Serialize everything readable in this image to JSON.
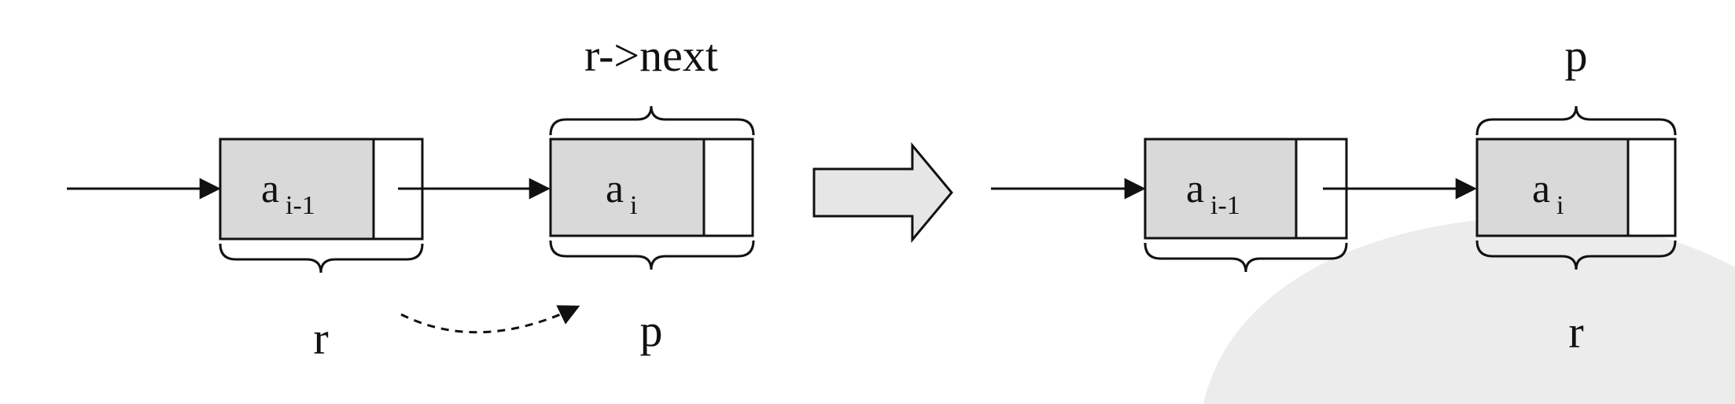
{
  "before": {
    "node1": {
      "symbol": "a",
      "index": "i-1"
    },
    "node2": {
      "symbol": "a",
      "index": "i"
    },
    "label_top_node2": "r->next",
    "label_bottom_node1": "r",
    "label_bottom_node2": "p"
  },
  "after": {
    "node1": {
      "symbol": "a",
      "index": "i-1"
    },
    "node2": {
      "symbol": "a",
      "index": "i"
    },
    "label_top_node2": "p",
    "label_bottom_node2": "r"
  },
  "colors": {
    "data_fill": "#d9d9d9",
    "stroke": "#111111",
    "transition_arrow_fill": "#e6e6e6"
  }
}
